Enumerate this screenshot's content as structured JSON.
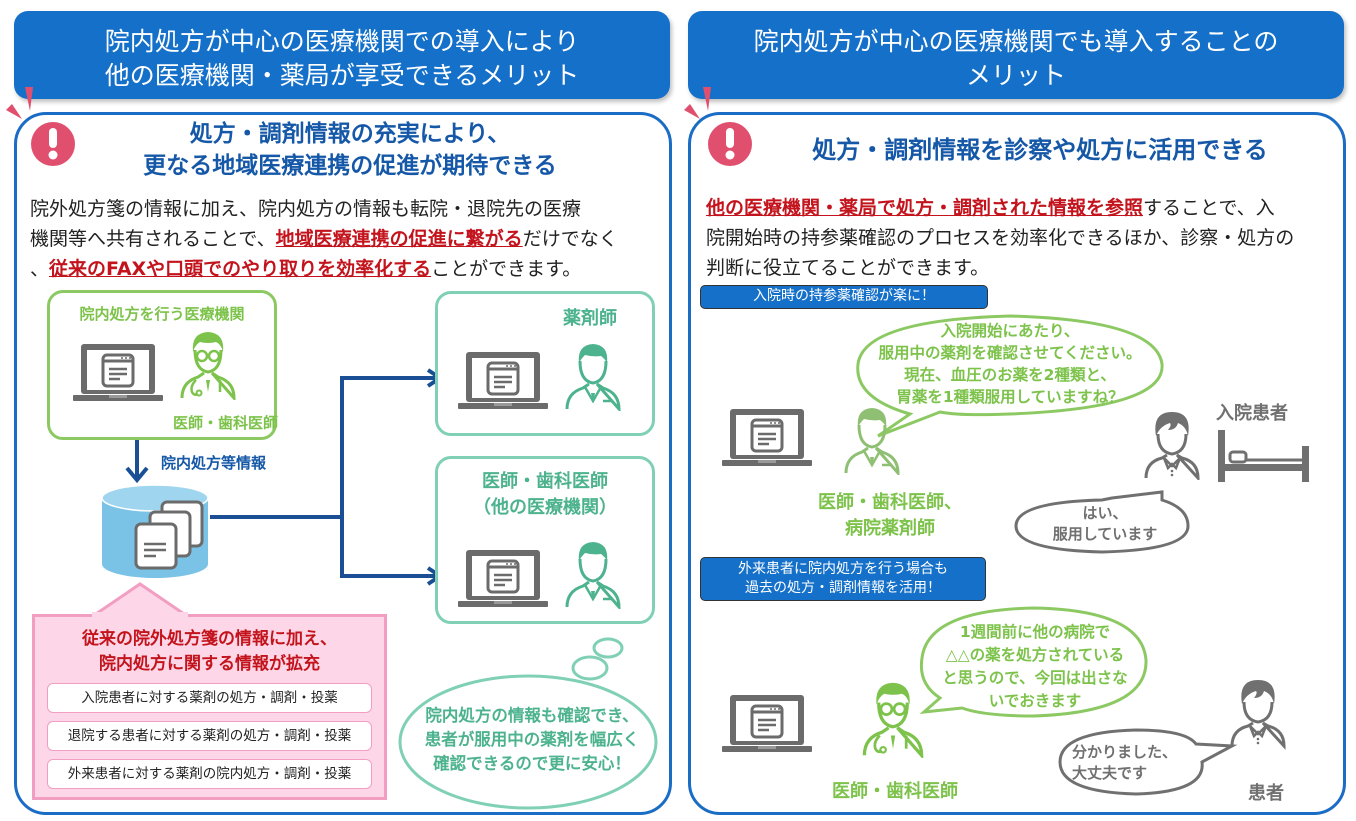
{
  "left": {
    "banner": {
      "line1": "院内処方が中心の医療機関での導入により",
      "line2": "他の医療機関・薬局が享受できるメリット"
    },
    "title": {
      "line1": "処方・調剤情報の充実により、",
      "line2": "更なる地域医療連携の促進が期待できる"
    },
    "body": {
      "line1": "院外処方箋の情報に加え、院内処方の情報も転院・退院先の医療",
      "line2_pre": "機関等へ共有されることで、",
      "line2_hl": "地域医療連携の促進に繋がる",
      "line2_post": "だけでなく",
      "line3_pre": "、",
      "line3_hl": "従来のFAXや口頭でのやり取りを効率化する",
      "line3_post": "ことができます。"
    },
    "diagram": {
      "source_box_label": "院内処方を行う医療機関",
      "source_role": "医師・歯科医師",
      "flow_label": "院内処方等情報",
      "pharmacist_label": "薬剤師",
      "other_doctor_label_1": "医師・歯科医師",
      "other_doctor_label_2": "（他の医療機関）",
      "thought_bubble": {
        "line1": "院内処方の情報も確認でき、",
        "line2": "患者が服用中の薬剤を幅広く",
        "line3": "確認できるので更に安心！"
      }
    },
    "expansion": {
      "title_line1": "従来の院外処方箋の情報に加え、",
      "title_line2": "院内処方に関する情報が拡充",
      "items": [
        "入院患者に対する薬剤の処方・調剤・投薬",
        "退院する患者に対する薬剤の処方・調剤・投薬",
        "外来患者に対する薬剤の院内処方・調剤・投薬"
      ]
    }
  },
  "right": {
    "banner": {
      "line1": "院内処方が中心の医療機関でも導入することの",
      "line2": "メリット"
    },
    "title": "処方・調剤情報を診察や処方に活用できる",
    "body": {
      "line1_hl": "他の医療機関・薬局で処方・調剤された情報を参照",
      "line1_post": "することで、入",
      "line2": "院開始時の持参薬確認のプロセスを効率化できるほか、診察・処方の",
      "line3": "判断に役立てることができます。"
    },
    "scene1": {
      "tag": "入院時の持参薬確認が楽に！",
      "doctor_bubble": [
        "入院開始にあたり、",
        "服用中の薬剤を確認させてください。",
        "現在、血圧のお薬を2種類と、",
        "胃薬を1種類服用していますね？"
      ],
      "staff_label_1": "医師・歯科医師、",
      "staff_label_2": "病院薬剤師",
      "patient_label": "入院患者",
      "patient_bubble": [
        "はい、",
        "服用しています"
      ]
    },
    "scene2": {
      "tag_line1": "外来患者に院内処方を行う場合も",
      "tag_line2": "過去の処方・調剤情報を活用！",
      "doctor_bubble": [
        "1週間前に他の病院で",
        "△△の薬を処方されている",
        "と思うので、今回は出さな",
        "いでおきます"
      ],
      "doctor_label": "医師・歯科医師",
      "patient_label": "患者",
      "patient_bubble": [
        "分かりました、",
        "大丈夫です"
      ]
    }
  },
  "colors": {
    "banner_blue": "#1570c9",
    "title_blue": "#1658a8",
    "highlight_red": "#c3141d",
    "alert_pink": "#e0506e",
    "green": "#7dc34b",
    "teal": "#4db38f",
    "pink_fill": "#fdd7e7",
    "gray": "#707070"
  }
}
